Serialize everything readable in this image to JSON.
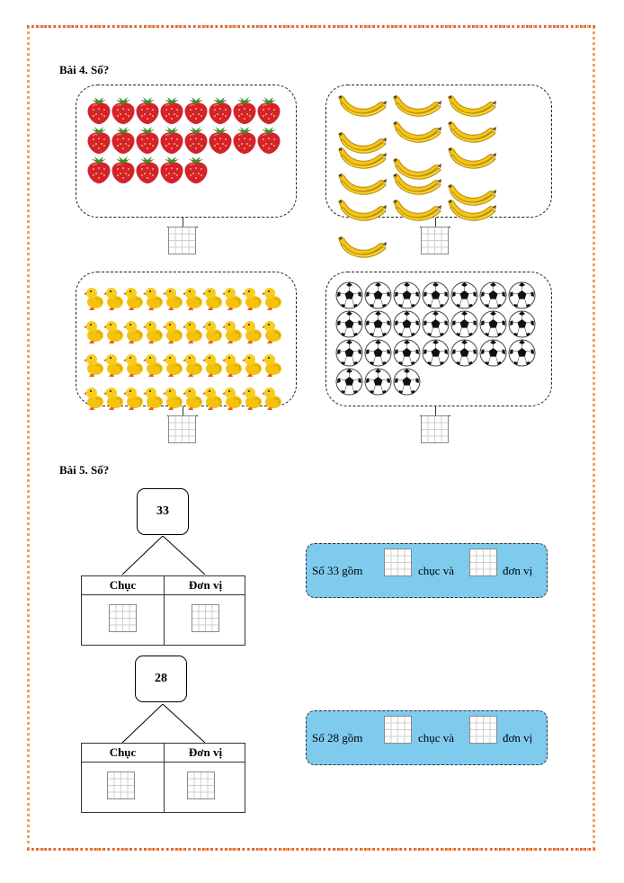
{
  "exercise4": {
    "heading": "Bài 4. Số?",
    "panels": [
      {
        "item": "strawberry-icon",
        "count": 21
      },
      {
        "item": "banana-icon",
        "count": 16
      },
      {
        "item": "duck-icon",
        "count": 40
      },
      {
        "item": "soccer-ball-icon",
        "count": 24
      }
    ]
  },
  "exercise5": {
    "heading": "Bài 5. Số?",
    "trees": [
      {
        "number": "33",
        "tens_label": "Chục",
        "units_label": "Đơn vị"
      },
      {
        "number": "28",
        "tens_label": "Chục",
        "units_label": "Đơn vị"
      }
    ],
    "sentences": [
      {
        "prefix": "Số 33 gồm",
        "middle": "chục và",
        "suffix": "đơn vị"
      },
      {
        "prefix": "Số 28 gồm",
        "middle": "chục và",
        "suffix": "đơn vị"
      }
    ]
  },
  "colors": {
    "border": "#f4a15d",
    "sentence_bg": "#7fcbee"
  }
}
